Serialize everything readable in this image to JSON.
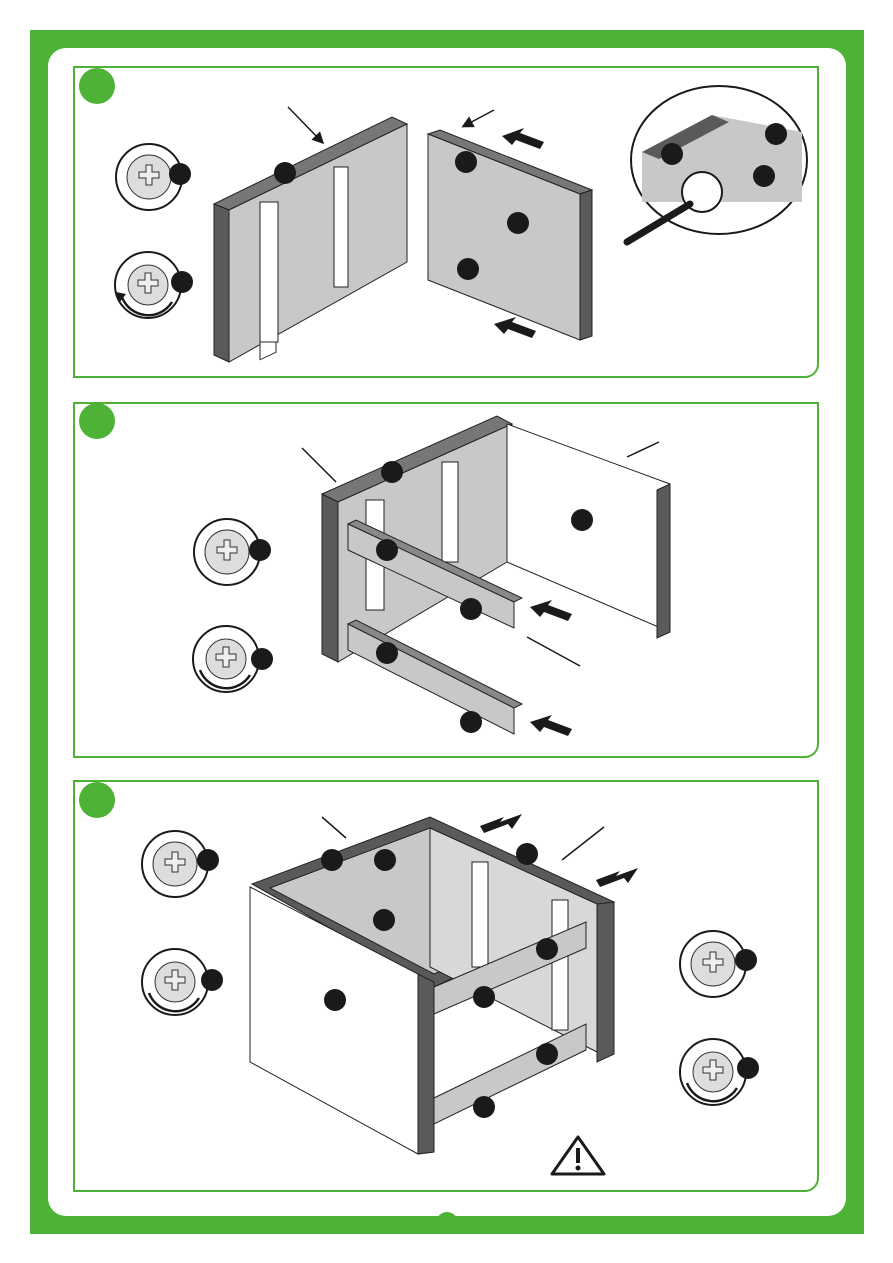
{
  "steps": [
    {
      "number": "",
      "label": "step-1-attach-back-panel"
    },
    {
      "number": "",
      "label": "step-2-attach-rails"
    },
    {
      "number": "",
      "label": "step-3-attach-side-panel"
    }
  ],
  "page_number": "",
  "colors": {
    "brand_green": "#4db236",
    "panel_gray": "#c8c8c8",
    "edge_dark": "#5a5a5a",
    "callout_black": "#1a1a1a"
  },
  "icons": [
    "screw-head-icon",
    "rotate-screw-icon",
    "arrow-icon",
    "screwdriver-icon",
    "warning-icon"
  ]
}
